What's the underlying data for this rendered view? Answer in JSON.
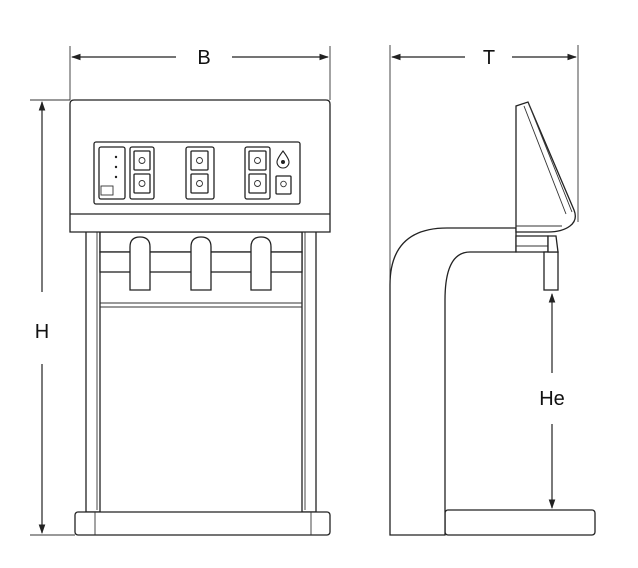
{
  "dimensions": {
    "width_label": "B",
    "depth_label": "T",
    "height_label": "H",
    "outlet_height_label": "He"
  },
  "colors": {
    "line": "#222222",
    "background": "#ffffff"
  },
  "icons": {
    "water_drop": "water-drop-icon"
  }
}
